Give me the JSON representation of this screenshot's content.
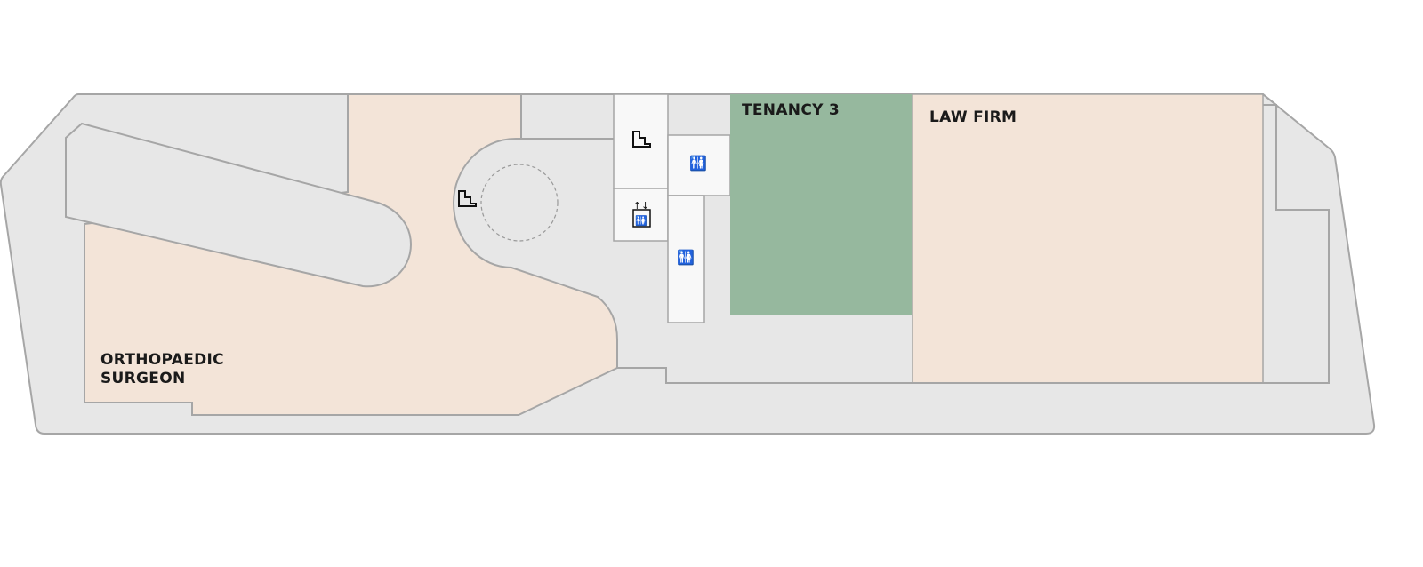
{
  "floorplan": {
    "tenants": [
      {
        "name_line1": "ORTHOPAEDIC",
        "name_line2": "SURGEON",
        "color": "#f3e4d8"
      },
      {
        "name": "TENANCY 3",
        "color": "#96b89e"
      },
      {
        "name": "LAW FIRM",
        "color": "#f3e4d8"
      }
    ],
    "common_color": "#e7e7e7",
    "core_color": "#f8f8f8",
    "outline_color": "#a6a6a6",
    "icons": [
      "stairs-icon",
      "stairs-icon",
      "lift-icon",
      "restroom-icon",
      "restroom-icon"
    ]
  }
}
